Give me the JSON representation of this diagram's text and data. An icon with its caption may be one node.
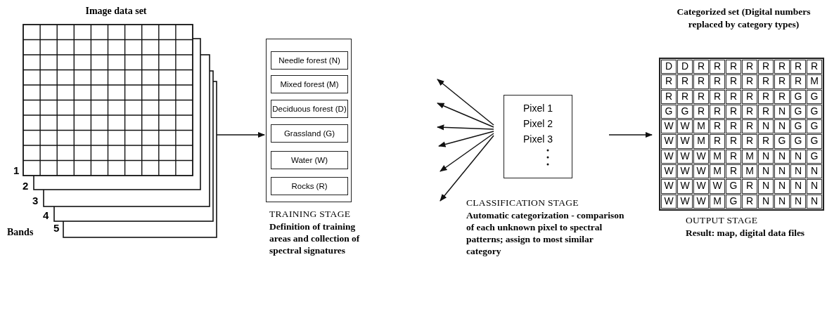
{
  "diagram": {
    "nodes": [
      {
        "text": [
          "Image data set"
        ]
      },
      {
        "text": [],
        "shape": "box",
        "beside": [
          "TRAINING STAGE",
          "Definition of training areas and collection of spectral signatures"
        ]
      },
      {
        "text": [
          "Needle forest (N)"
        ],
        "in": 1
      },
      {
        "text": [
          "Mixed forest (M)"
        ],
        "in": 1
      },
      {
        "text": [
          "Deciduous forest (D)"
        ],
        "in": 1
      },
      {
        "text": [
          "Grassland (G)"
        ],
        "in": 1
      },
      {
        "text": [
          "Water (W)"
        ],
        "in": 1
      },
      {
        "text": [
          "Rocks (R)"
        ],
        "in": 1
      },
      {
        "text": [
          "Pixel 1",
          "Pixel 2",
          "Pixel 3"
        ],
        "beside": [
          "CLASSIFICATION STAGE",
          "Automatic categorization - comparison of each unknown pixel to spectral patterns; assign to most similar category"
        ]
      },
      {
        "text": [
          "Categorized set (Digital numbers replaced by category types)"
        ],
        "beside": [
          "OUTPUT STAGE",
          "Result: map, digital data files"
        ]
      }
    ],
    "edges": [
      {
        "from": 0,
        "to": 1,
        "arrow": "to"
      },
      {
        "from": 8,
        "to": null,
        "arrow": "to"
      },
      {
        "from": 8,
        "to": null,
        "arrow": "to"
      },
      {
        "from": 8,
        "to": null,
        "arrow": "to"
      },
      {
        "from": 8,
        "to": null,
        "arrow": "to"
      },
      {
        "from": 8,
        "to": null,
        "arrow": "to"
      },
      {
        "from": 8,
        "to": null,
        "arrow": "to"
      },
      {
        "from": 8,
        "to": 9,
        "arrow": "to"
      }
    ],
    "labels": [
      "1",
      "2",
      "3",
      "4",
      "Bands",
      "5",
      "D",
      "D",
      "R",
      "R",
      "R",
      "R",
      "R",
      "R",
      "R",
      "R",
      "R",
      "R",
      "R",
      "R",
      "R",
      "R",
      "R",
      "R",
      "R",
      "M",
      "R",
      "R",
      "R",
      "R",
      "R",
      "R",
      "R",
      "R",
      "G",
      "G",
      "G",
      "G",
      "R",
      "R",
      "R",
      "R",
      "R",
      "N",
      "G",
      "G",
      "W",
      "W",
      "M",
      "R",
      "R",
      "R",
      "N",
      "N",
      "G",
      "G",
      "W",
      "W",
      "M",
      "R",
      "R",
      "R",
      "R",
      "G",
      "G",
      "G",
      "W",
      "W",
      "W",
      "M",
      "R",
      "M",
      "N",
      "N",
      "N",
      "G",
      "W",
      "W",
      "W",
      "M",
      "R",
      "M",
      "N",
      "N",
      "N",
      "N",
      "W",
      "W",
      "W",
      "W",
      "G",
      "R",
      "N",
      "N",
      "N",
      "N",
      "W",
      "W",
      "W",
      "M",
      "G",
      "R",
      "N",
      "N",
      "N",
      "N"
    ]
  }
}
